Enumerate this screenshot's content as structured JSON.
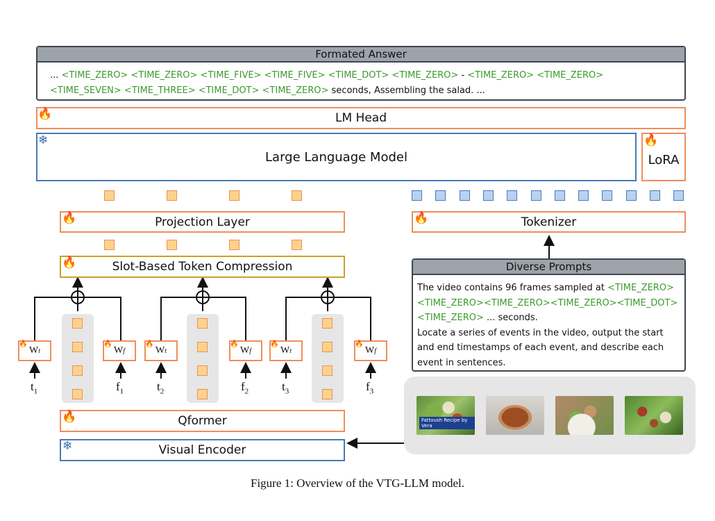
{
  "formatted_answer": {
    "title": "Formated Answer",
    "segments": [
      {
        "text": "... ",
        "green": false
      },
      {
        "text": "<TIME_ZERO> <TIME_ZERO> <TIME_FIVE> <TIME_FIVE> <TIME_DOT> <TIME_ZERO>",
        "green": true
      },
      {
        "text": " - ",
        "green": false
      },
      {
        "text": " <TIME_ZERO> <TIME_ZERO> <TIME_SEVEN> <TIME_THREE> <TIME_DOT> <TIME_ZERO>",
        "green": true
      },
      {
        "text": " seconds, Assembling the salad. ...",
        "green": false
      }
    ]
  },
  "lm_head": "LM Head",
  "llm": "Large Language Model",
  "lora": "LoRA",
  "projection_layer": "Projection Layer",
  "slot_compression": "Slot-Based Token Compression",
  "tokenizer": "Tokenizer",
  "diverse_prompts": {
    "title": "Diverse Prompts",
    "segments": [
      {
        "text": "The video contains 96 frames sampled at ",
        "green": false
      },
      {
        "text": "<TIME_ZERO><TIME_ZERO><TIME_ZERO><TIME_ZERO><TIME_DOT><TIME_ZERO>",
        "green": true
      },
      {
        "text": " ... seconds.",
        "green": false
      },
      {
        "text": "\nLocate a series of events in the video, output the start and end timestamps of each event, and describe each event in sentences.",
        "green": false
      }
    ]
  },
  "qformer": "Qformer",
  "visual_encoder": "Visual Encoder",
  "weights": {
    "wt": "W",
    "wt_sub": "t",
    "wf": "W",
    "wf_sub": "f"
  },
  "time_labels": [
    {
      "base": "t",
      "sub": "1"
    },
    {
      "base": "f",
      "sub": "1"
    },
    {
      "base": "t",
      "sub": "2"
    },
    {
      "base": "f",
      "sub": "2"
    },
    {
      "base": "t",
      "sub": "3"
    },
    {
      "base": "f",
      "sub": "3"
    }
  ],
  "frame_overlay_text": "Fattoush Recipe by Vera",
  "caption": "Figure 1: Overview of the VTG-LLM model.",
  "icons": {
    "trainable": "fire-icon",
    "frozen": "snowflake-icon"
  },
  "colors": {
    "trainable_border": "#ef8e5a",
    "frozen_border": "#4a78b7",
    "time_token": "#3d9a2e",
    "visual_token": "#fdd28a",
    "text_token": "#b7d3ef"
  }
}
